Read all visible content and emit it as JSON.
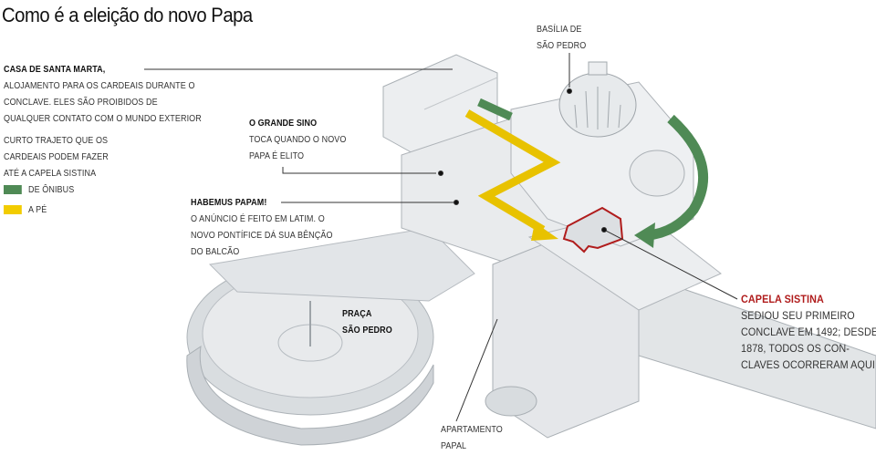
{
  "title": "Como é a eleição do novo Papa",
  "labels": {
    "casa": {
      "heading": "CASA DE SANTA MARTA,",
      "lines": [
        "ALOJAMENTO PARA OS CARDEAIS DURANTE O",
        "CONCLAVE. ELES SÃO PROIBIDOS DE",
        "QUALQUER CONTATO COM O MUNDO EXTERIOR"
      ]
    },
    "trajeto": {
      "lines": [
        "CURTO TRAJETO QUE OS",
        "CARDEAIS PODEM FAZER",
        "ATÉ A CAPELA SISTINA"
      ]
    },
    "sino": {
      "heading": "O GRANDE SINO",
      "lines": [
        "TOCA QUANDO O NOVO",
        "PAPA É ELITO"
      ]
    },
    "habemus": {
      "heading": "HABEMUS PAPAM!",
      "lines": [
        "O ANÚNCIO É FEITO EM LATIM. O",
        "NOVO PONTÍFICE DÁ SUA BÊNÇÃO",
        "DO BALCÃO"
      ]
    },
    "basilica": {
      "lines": [
        "BASÍLIA DE",
        "SÃO PEDRO"
      ]
    },
    "praca": {
      "lines": [
        "PRAÇA",
        "SÃO PEDRO"
      ]
    },
    "apartamento": {
      "lines": [
        "APARTAMENTO",
        "PAPAL"
      ]
    },
    "capela": {
      "heading": "CAPELA SISTINA",
      "lines": [
        "SEDIOU SEU PRIMEIRO",
        "CONCLAVE EM 1492; DESDE",
        "1878, TODOS OS CON-",
        "CLAVES OCORRERAM AQUI"
      ]
    }
  },
  "legend": [
    {
      "label": "DE ÔNIBUS",
      "color": "#4f8a55"
    },
    {
      "label": "A PÉ",
      "color": "#f2cc00"
    }
  ],
  "colors": {
    "bus": "#4f8a55",
    "walk": "#e8c200",
    "sistina": "#b01c1c",
    "building": "#e4e6e8",
    "building_dark": "#c9cdd1"
  }
}
